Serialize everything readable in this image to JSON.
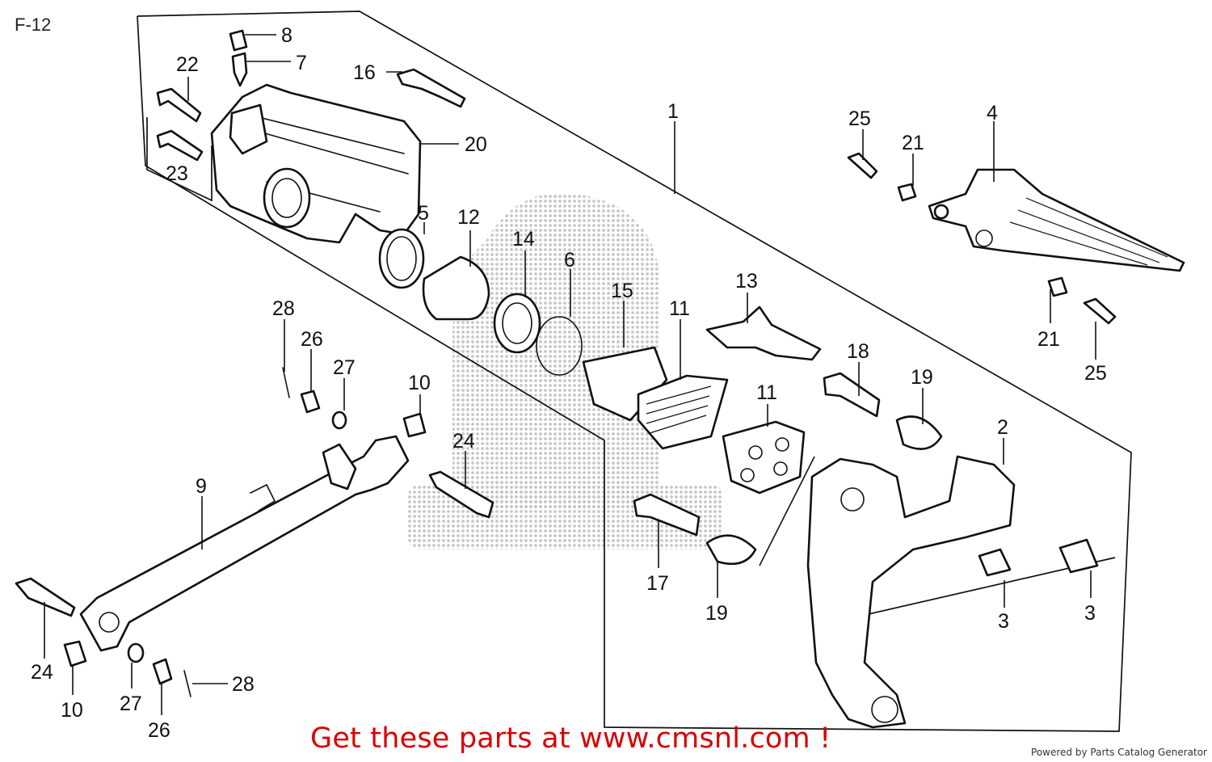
{
  "page": {
    "title": "F-12",
    "cta": "Get these parts at www.cmsnl.com !",
    "powered_by": "Powered by Parts Catalog Generator"
  },
  "callouts": [
    "8",
    "7",
    "22",
    "16",
    "20",
    "23",
    "1",
    "25",
    "21",
    "4",
    "5",
    "12",
    "14",
    "6",
    "15",
    "13",
    "11",
    "21",
    "25",
    "28",
    "26",
    "27",
    "10",
    "18",
    "19",
    "11",
    "2",
    "24",
    "9",
    "17",
    "19",
    "3",
    "3",
    "24",
    "10",
    "27",
    "26",
    "28"
  ]
}
